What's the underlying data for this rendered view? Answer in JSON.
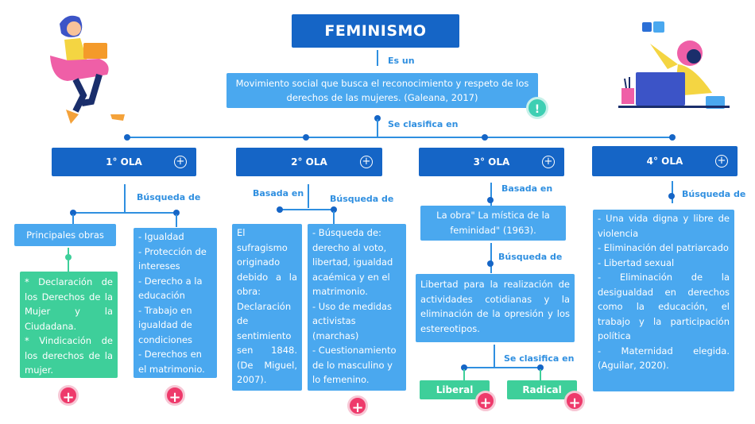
{
  "title": "FEMINISMO",
  "es_un_label": "Es un",
  "definition": "Movimiento social que busca el reconocimiento y respeto de los derechos de las mujeres. (Galeana, 2017)",
  "clasifica_label": "Se clasifica en",
  "ola1": {
    "title": "1° OLA",
    "busqueda_label": "Búsqueda de",
    "obras_label": "Principales obras",
    "obras_items": [
      "* Declaración de los Derechos de la Mujer y la Ciudadana.",
      "* Vindicación de los derechos de la mujer."
    ],
    "busqueda_items": [
      "- Igualdad",
      "- Protección de intereses",
      "- Derecho a la educación",
      "- Trabajo en igualdad de condiciones",
      "- Derechos en el matrimonio."
    ]
  },
  "ola2": {
    "title": "2° OLA",
    "basada_label": "Basada en",
    "busqueda_label": "Búsqueda de",
    "basada_text": "El sufragismo originado debido a la obra: Declaración de sentimiento sen 1848. (De Miguel, 2007).",
    "busqueda_items": [
      "- Búsqueda de: derecho al voto, libertad, igualdad acaémica y en el matrimonio.",
      "- Uso de medidas activistas (marchas)",
      "- Cuestionamiento de lo masculino y lo femenino."
    ]
  },
  "ola3": {
    "title": "3° OLA",
    "basada_label": "Basada en",
    "obra_text": "La obra\" La mística de la feminidad\" (1963).",
    "busqueda_label": "Búsqueda de",
    "busqueda_text": "Libertad para la realización de actividades cotidianas y la eliminación de la opresión y los estereotipos.",
    "clasifica_label": "Se clasifica en",
    "types": [
      "Liberal",
      "Radical"
    ]
  },
  "ola4": {
    "title": "4° OLA",
    "busqueda_label": "Búsqueda de",
    "items": [
      "- Una vida digna y libre de violencia",
      "- Eliminación del patriarcado",
      "- Libertad sexual",
      "- Eliminación de la desigualdad en derechos como la educación, el trabajo y la participación política",
      "- Maternidad elegida. (Aguilar, 2020)."
    ]
  },
  "icons": {
    "plus": "+",
    "circle_plus": "+",
    "exclamation": "!"
  },
  "colors": {
    "dark_blue": "#1565c6",
    "light_blue": "#4aa8ef",
    "teal": "#3ecf9a",
    "pink": "#ee3a6b"
  }
}
